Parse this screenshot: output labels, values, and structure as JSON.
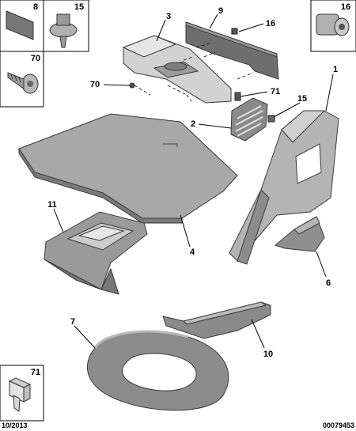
{
  "callouts": {
    "c1": "1",
    "c2": "2",
    "c3": "3",
    "c4": "4",
    "c6": "6",
    "c7": "7",
    "c8": "8",
    "c9": "9",
    "c10": "10",
    "c11": "11",
    "c15_box": "15",
    "c15": "15",
    "c16": "16",
    "c16_box": "16",
    "c70_box": "70",
    "c70": "70",
    "c71": "71",
    "c71_box": "71"
  },
  "footer": {
    "date": "10/2013",
    "ref": "00079453"
  },
  "colors": {
    "part_fill": "#a9a9a9",
    "part_shade": "#8a8a8a",
    "part_light": "#c8c8c8",
    "outline": "#3a3a3a"
  }
}
